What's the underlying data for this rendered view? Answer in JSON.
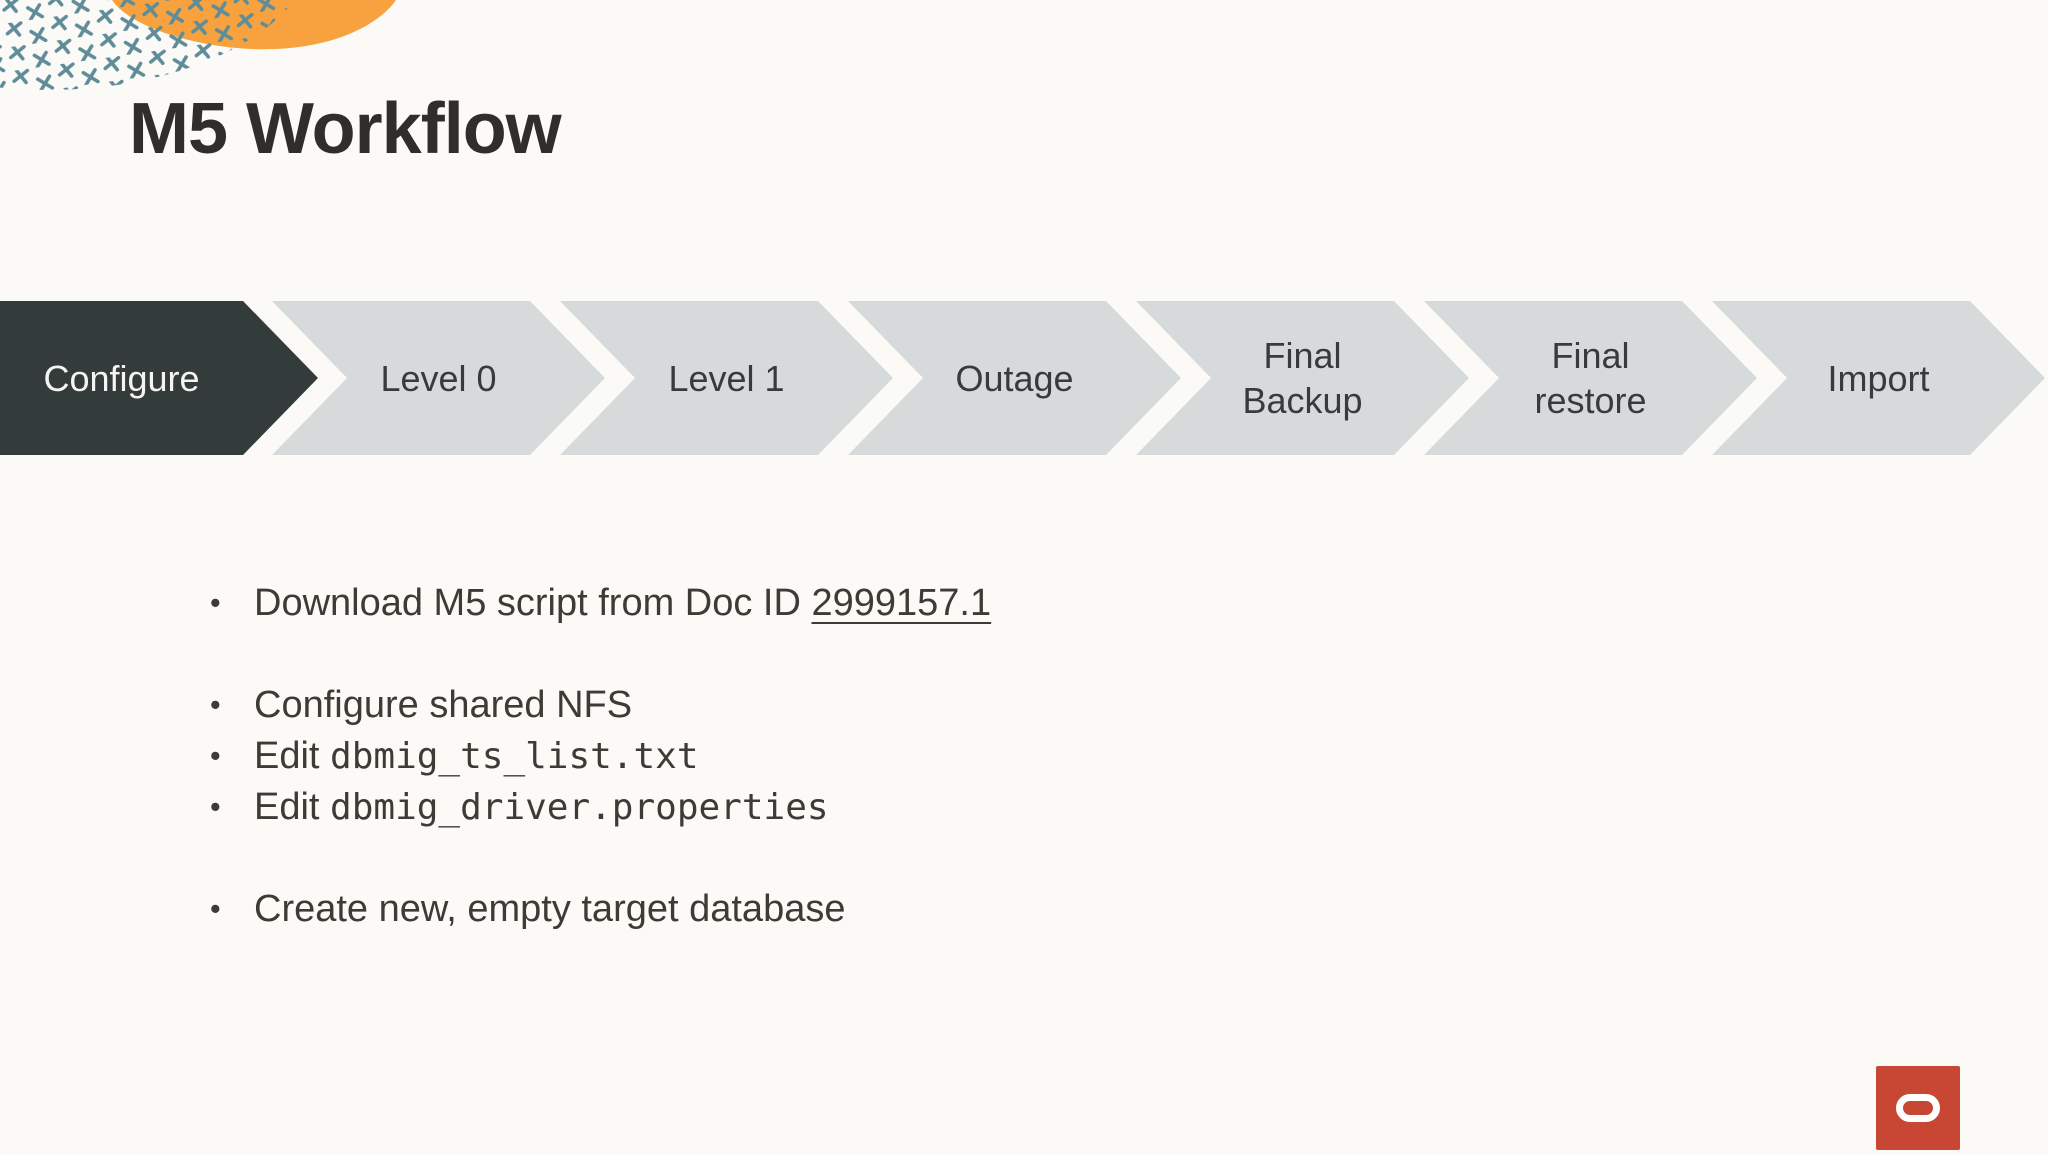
{
  "colors": {
    "background": "#FBFAF7",
    "step-active": "#333B3B",
    "step-active-text": "#F5F4F2",
    "step-inactive": "#D6DADA",
    "step-text": "#373B3B",
    "text": "#3F3A35",
    "title": "#312D2A",
    "logo-red": "#C74634",
    "blob-orange": "#F7A23F",
    "cross-teal": "#5E8D99"
  },
  "header": {
    "title": "M5 Workflow"
  },
  "workflow": {
    "active_step": "Configure",
    "steps": [
      {
        "label": "Configure",
        "state": "active"
      },
      {
        "label": "Level 0",
        "state": "upcoming"
      },
      {
        "label": "Level 1",
        "state": "upcoming"
      },
      {
        "label": "Outage",
        "state": "upcoming"
      },
      {
        "label": "Final Backup",
        "state": "upcoming"
      },
      {
        "label": "Final restore",
        "state": "upcoming"
      },
      {
        "label": "Import",
        "state": "upcoming"
      }
    ]
  },
  "bullets": {
    "download": {
      "prefix": "Download M5 script from Doc ID ",
      "doc_id_link": "2999157.1"
    },
    "nfs": "Configure shared NFS",
    "edit_ts_list": {
      "prefix": "Edit ",
      "code": "dbmig_ts_list.txt"
    },
    "edit_properties": {
      "prefix": "Edit ",
      "code": "dbmig_driver.properties"
    },
    "create_db": "Create new, empty target database"
  },
  "branding": {
    "logo": "oracle-logo"
  },
  "decoration": {
    "shapes": [
      "orange-blob",
      "teal-cross-pattern"
    ]
  }
}
